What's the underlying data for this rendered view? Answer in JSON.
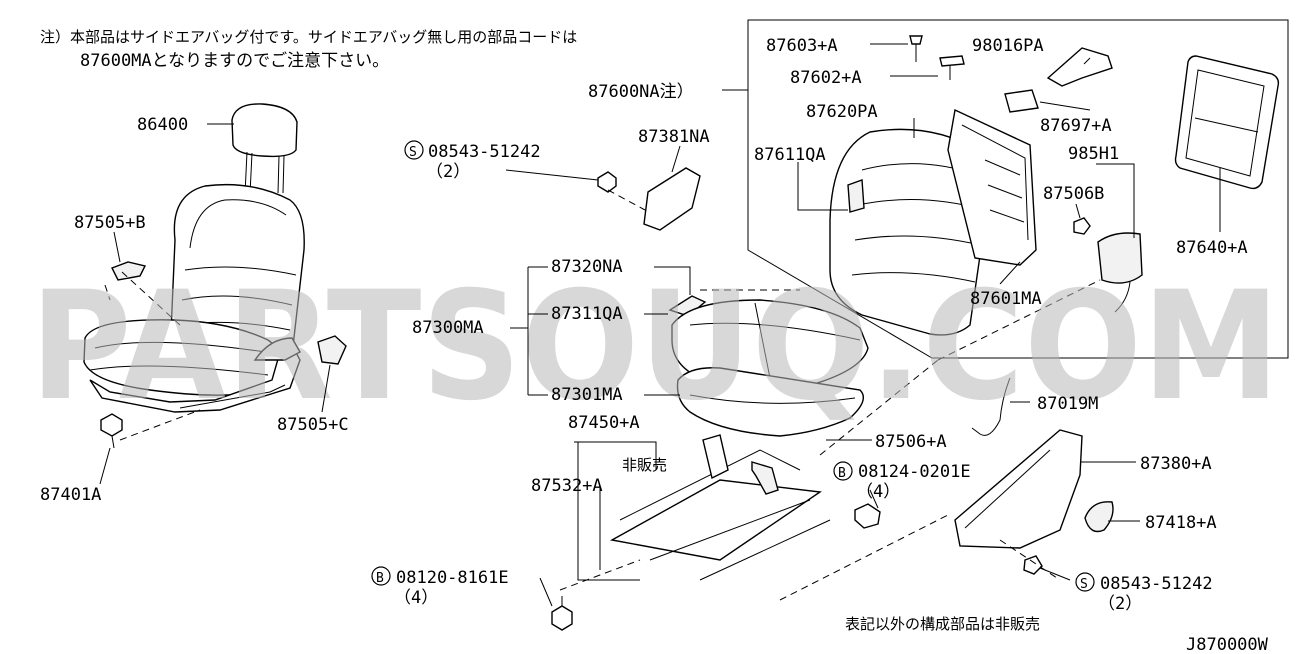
{
  "notes": {
    "line1": "注）本部品はサイドエアバッグ付です。サイドエアバッグ無し用の部品コードは",
    "line2": "87600MAとなりますのでご注意下さい。",
    "not_sold_footer": "表記以外の構成部品は非販売",
    "not_sold_small": "非販売"
  },
  "watermark": "PARTSOUQ.COM",
  "diagram_code": "J870000W",
  "symbols": {
    "s": "S",
    "b": "B"
  },
  "parts": {
    "p86400": "86400",
    "p87505b": "87505+B",
    "p87505c": "87505+C",
    "p87401a": "87401A",
    "s1": "08543-51242",
    "s1qty": "（2）",
    "p87381na": "87381NA",
    "p87320na": "87320NA",
    "p87300ma": "87300MA",
    "p87311qa": "87311QA",
    "p87301ma": "87301MA",
    "p87450a": "87450+A",
    "p87532a": "87532+A",
    "b2": "08120-8161E",
    "b2qty": "（4）",
    "p87600na": "87600NA注）",
    "p87603a": "87603+A",
    "p87602a": "87602+A",
    "p87620pa": "87620PA",
    "p87611qa": "87611QA",
    "p98016pa": "98016PA",
    "p87697a": "87697+A",
    "p985h1": "985H1",
    "p87506b": "87506B",
    "p87640a": "87640+A",
    "p87601ma": "87601MA",
    "p87019m": "87019M",
    "p87506a": "87506+A",
    "b1": "08124-0201E",
    "b1qty": "（4）",
    "p87380a": "87380+A",
    "p87418a": "87418+A",
    "s2": "08543-51242",
    "s2qty": "（2）"
  }
}
